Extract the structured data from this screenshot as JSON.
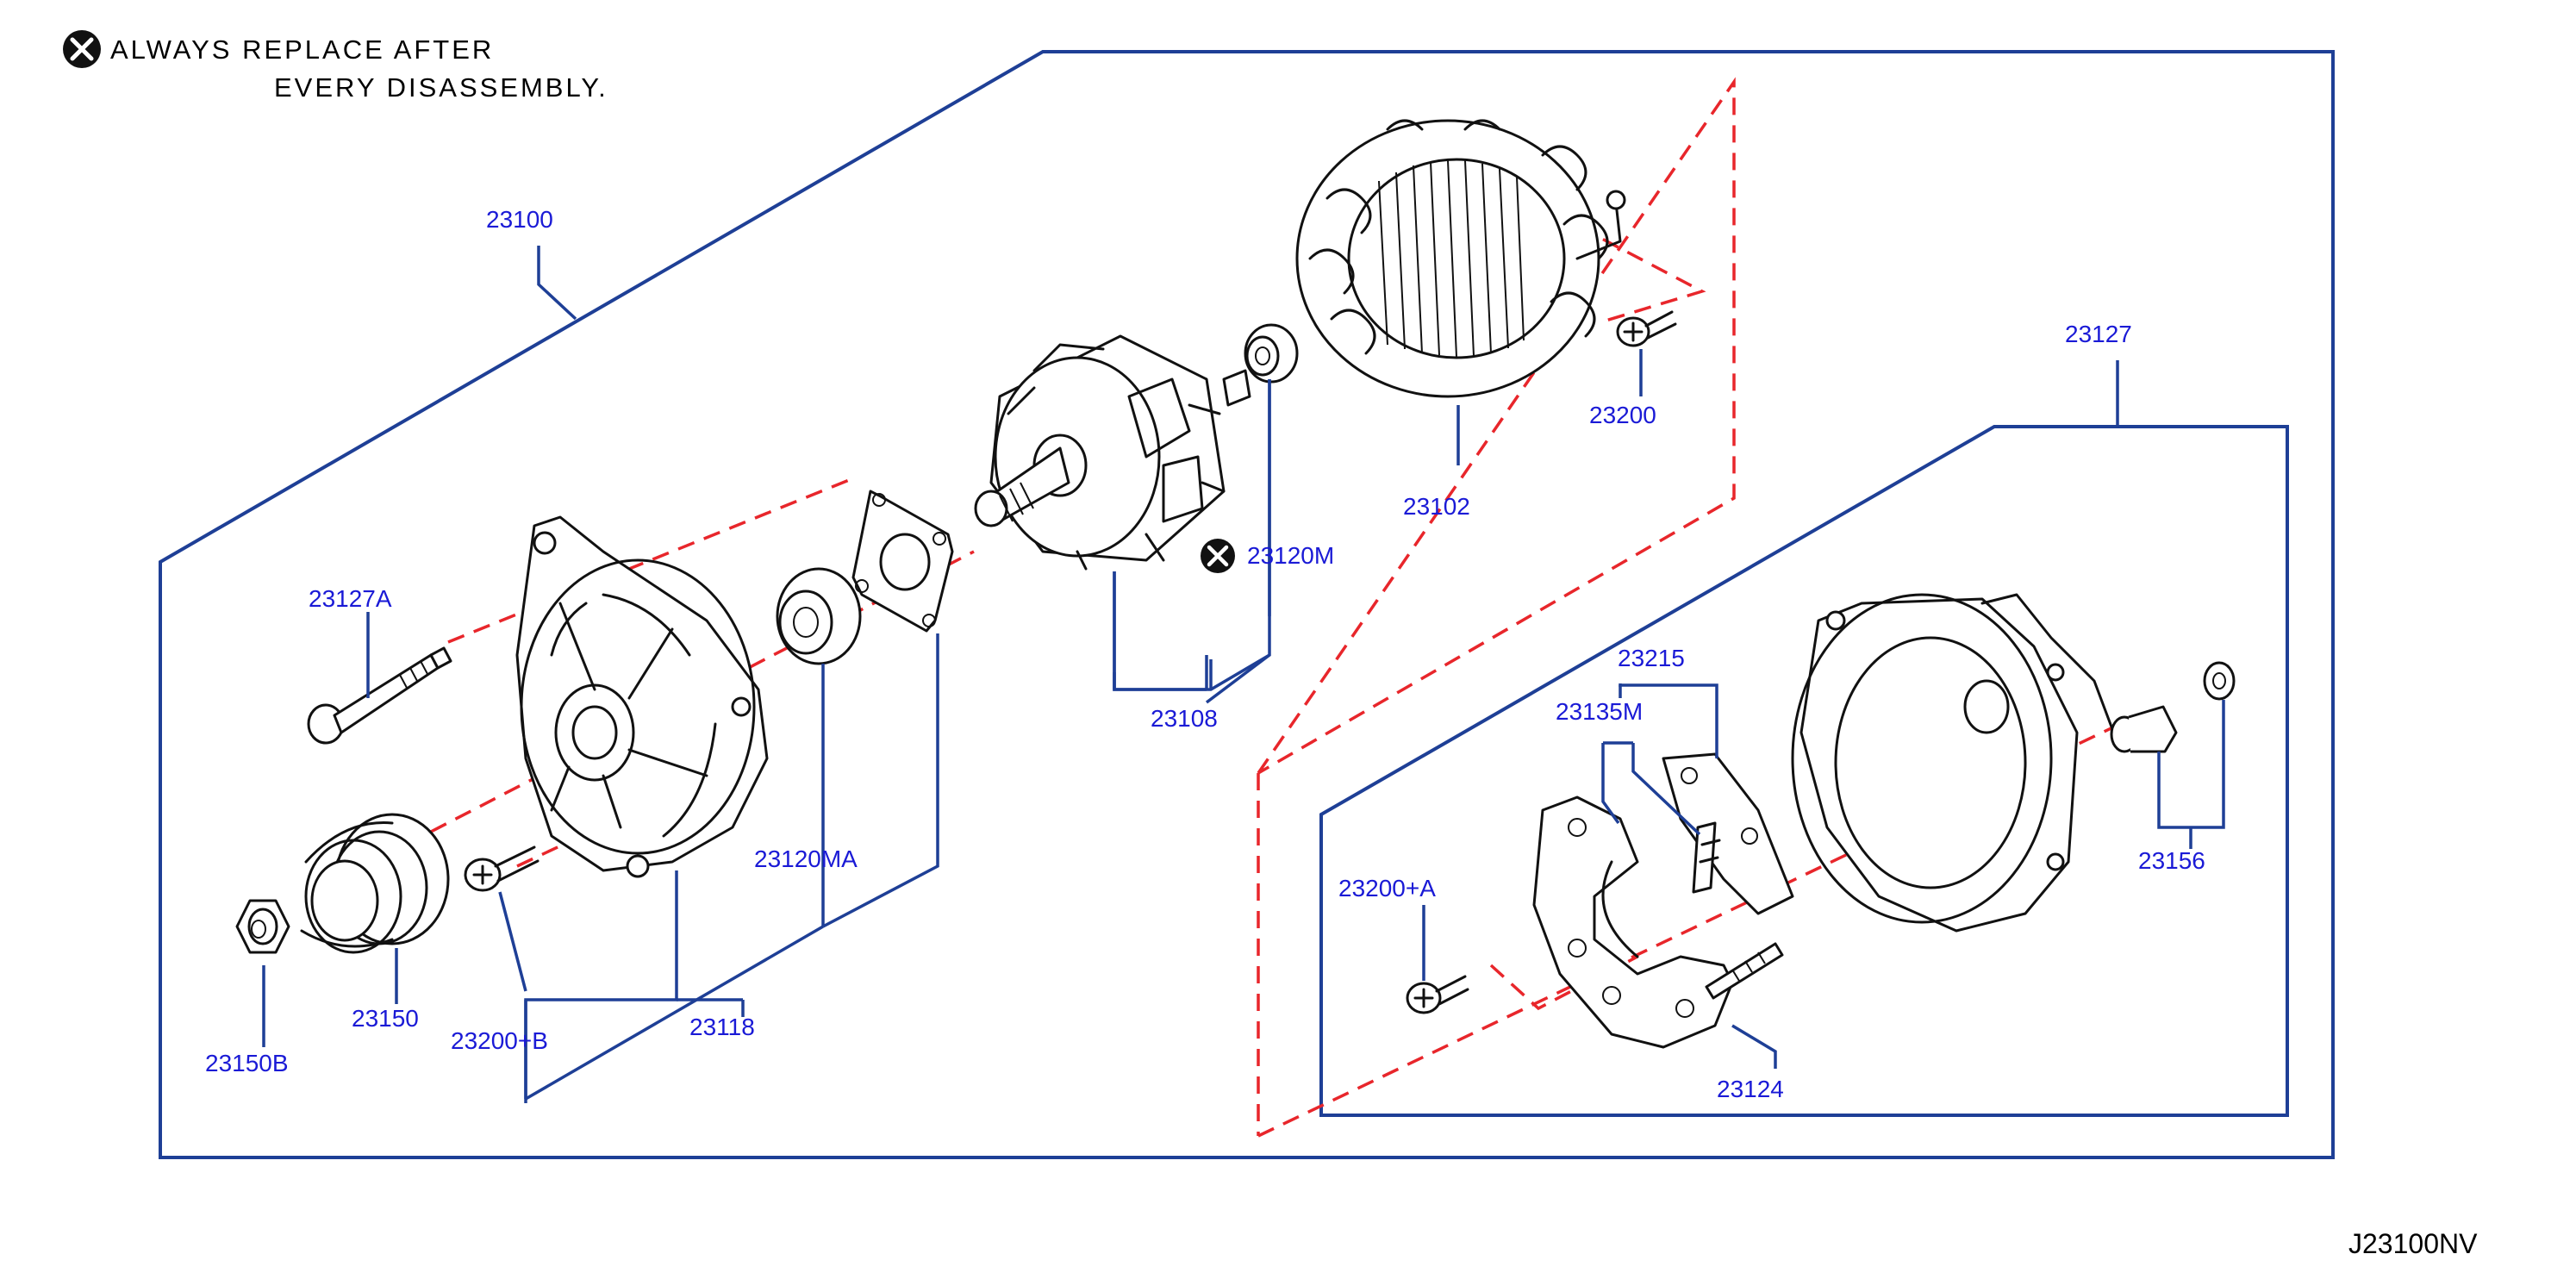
{
  "note": {
    "line1": "ALWAYS  REPLACE  AFTER",
    "line2": "EVERY  DISASSEMBLY."
  },
  "diagram_code": "J23100NV",
  "replace_marker_icon": "circle-x-icon",
  "colors": {
    "leader": "#1e3f96",
    "label": "#1a1ad6",
    "guide": "#e8262b",
    "part": "#111111"
  },
  "labels": {
    "p23100": "23100",
    "p23127": "23127",
    "p23127A": "23127A",
    "p23102": "23102",
    "p23200": "23200",
    "p23120M": "23120M",
    "p23108": "23108",
    "p23120MA": "23120MA",
    "p23150": "23150",
    "p23150B": "23150B",
    "p23200B": "23200+B",
    "p23118": "23118",
    "p23215": "23215",
    "p23135M": "23135M",
    "p23200A": "23200+A",
    "p23156": "23156",
    "p23124": "23124"
  }
}
